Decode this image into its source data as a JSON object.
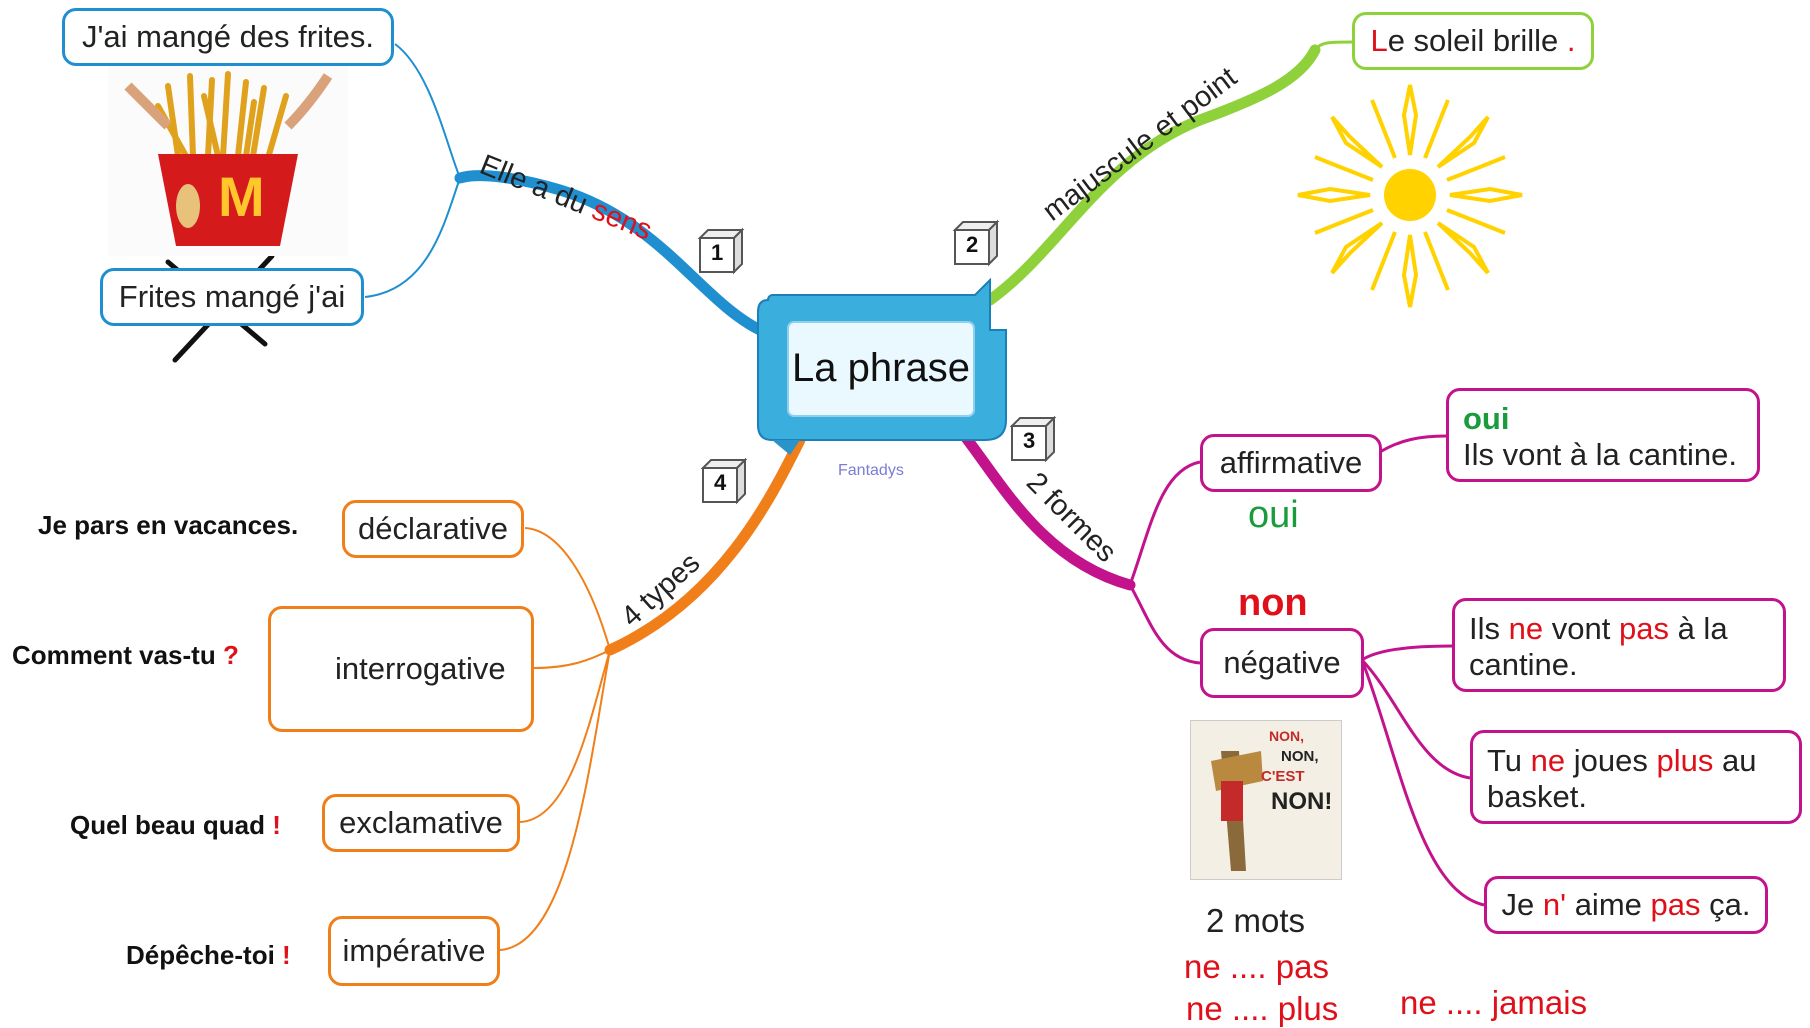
{
  "central": {
    "title": "La phrase",
    "credit": "Fantadys"
  },
  "branches": {
    "b1": {
      "number": "1",
      "label_a": "Elle a du",
      "label_b": "sens",
      "good_sentence": "J'ai mangé des frites.",
      "bad_sentence": "Frites mangé j'ai"
    },
    "b2": {
      "number": "2",
      "label": "majuscule et point",
      "sentence_cap": "L",
      "sentence_body": "e soleil brille",
      "sentence_dot": "."
    },
    "b3": {
      "number": "3",
      "label": "2 formes",
      "affirmative": "affirmative",
      "oui_small": "oui",
      "oui_big": "oui",
      "oui_example": "Ils vont à la cantine.",
      "negative": "négative",
      "non": "non",
      "neg1": {
        "a": "Ils",
        "b": "ne",
        "c": "vont",
        "d": "pas",
        "e": "à la",
        "f": "cantine."
      },
      "neg2": {
        "a": "Tu",
        "b": "ne",
        "c": "joues",
        "d": "plus",
        "e": "au",
        "f": "basket."
      },
      "neg3": {
        "a": "Je",
        "b": "n'",
        "c": "aime",
        "d": "pas",
        "e": "ça."
      },
      "book": {
        "line1": "NON,",
        "line2": "NON,",
        "line3": "C'EST",
        "line4": "NON!"
      },
      "two_words": "2 mots",
      "ne_pas": {
        "ne": "ne ....",
        "w": "pas"
      },
      "ne_plus": {
        "ne": "ne ....",
        "w": "plus"
      },
      "ne_jamais": {
        "ne": "ne ....",
        "w": "jamais"
      }
    },
    "b4": {
      "number": "4",
      "label": "4 types",
      "types": [
        {
          "name": "déclarative",
          "example": "Je pars en vacances.",
          "mark": ""
        },
        {
          "name": "interrogative",
          "example": "Comment vas-tu",
          "mark": "?"
        },
        {
          "name": "exclamative",
          "example": "Quel beau quad",
          "mark": "!"
        },
        {
          "name": "impérative",
          "example": "Dépêche-toi",
          "mark": "!"
        }
      ]
    }
  },
  "colors": {
    "blue": "#1f8fd0",
    "green": "#8fd13b",
    "magenta": "#c3138c",
    "orange": "#f07f1a",
    "red": "#e0101a",
    "oui_green": "#1a9c3d"
  }
}
